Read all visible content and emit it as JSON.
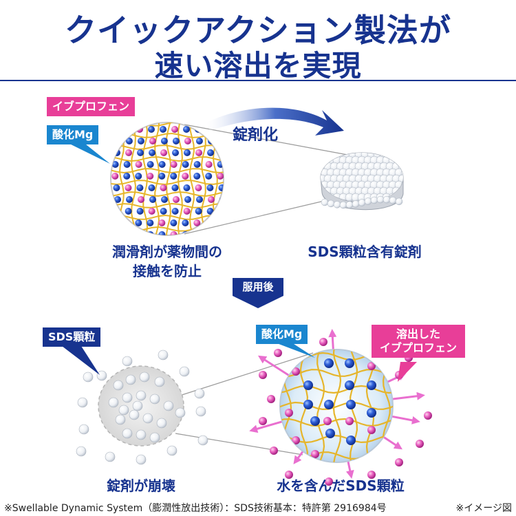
{
  "headline": {
    "line1": "クイックアクション製法が",
    "line2": "速い溶出を実現"
  },
  "top_section": {
    "label_ibuprofen": "イブプロフェン",
    "label_mg": "酸化Mg",
    "process_label": "錠剤化",
    "caption_left_line1": "潤滑剤が薬物間の",
    "caption_left_line2": "接触を防止",
    "caption_right": "SDS顆粒含有錠剤"
  },
  "step_arrow_label": "服用後",
  "bottom_section": {
    "label_sds": "SDS顆粒",
    "label_mg": "酸化Mg",
    "label_released_line1": "溶出した",
    "label_released_line2": "イブプロフェン",
    "caption_left": "錠剤が崩壊",
    "caption_right": "水を含んだSDS顆粒"
  },
  "footnote": {
    "left": "※Swellable Dynamic System（膨潤性放出技術）：SDS技術基本：特許第 2916984号",
    "right": "※イメージ図"
  },
  "colors": {
    "navy": "#17338f",
    "pink": "#e83e98",
    "blue": "#1a86cf",
    "grid_yellow": "#e6b52a"
  }
}
